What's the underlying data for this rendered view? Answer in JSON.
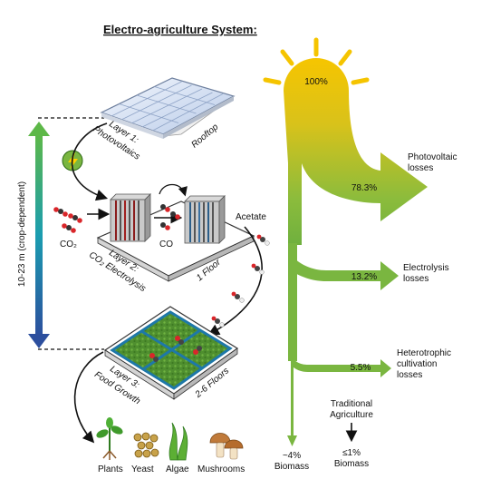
{
  "title": "Electro-agriculture System:",
  "height_label": "10-23 m (crop-dependent)",
  "layers": {
    "layer1": {
      "title_line1": "Layer 1:",
      "title_line2": "Photovoltaics",
      "location": "Rooftop"
    },
    "layer2": {
      "title_line1": "Layer 2:",
      "title_line2": "CO₂ Electrolysis",
      "location": "1 Floor"
    },
    "layer3": {
      "title_line1": "Layer 3:",
      "title_line2": "Food Growth",
      "location": "2-6 Floors"
    }
  },
  "chem": {
    "co2": "CO₂",
    "co": "CO",
    "acetate": "Acetate"
  },
  "outputs": [
    "Plants",
    "Yeast",
    "Algae",
    "Mushrooms"
  ],
  "sankey": {
    "start": "100%",
    "losses": [
      {
        "value": "78.3%",
        "label_line1": "Photovoltaic",
        "label_line2": "losses",
        "label_line3": ""
      },
      {
        "value": "13.2%",
        "label_line1": "Electrolysis",
        "label_line2": "losses",
        "label_line3": ""
      },
      {
        "value": "5.5%",
        "label_line1": "Heterotrophic",
        "label_line2": "cultivation",
        "label_line3": "losses"
      }
    ],
    "end_value": "~4%",
    "end_label": "Biomass"
  },
  "traditional": {
    "line1": "Traditional",
    "line2": "Agriculture",
    "value": "≤1%",
    "label": "Biomass"
  },
  "colors": {
    "sun": "#f5c400",
    "green": "#7ab640",
    "green_light": "#8cc24a",
    "grad_top": "#1ba3d6",
    "grad_bottom": "#2e5fa8",
    "panel": "#dbe5f5"
  }
}
